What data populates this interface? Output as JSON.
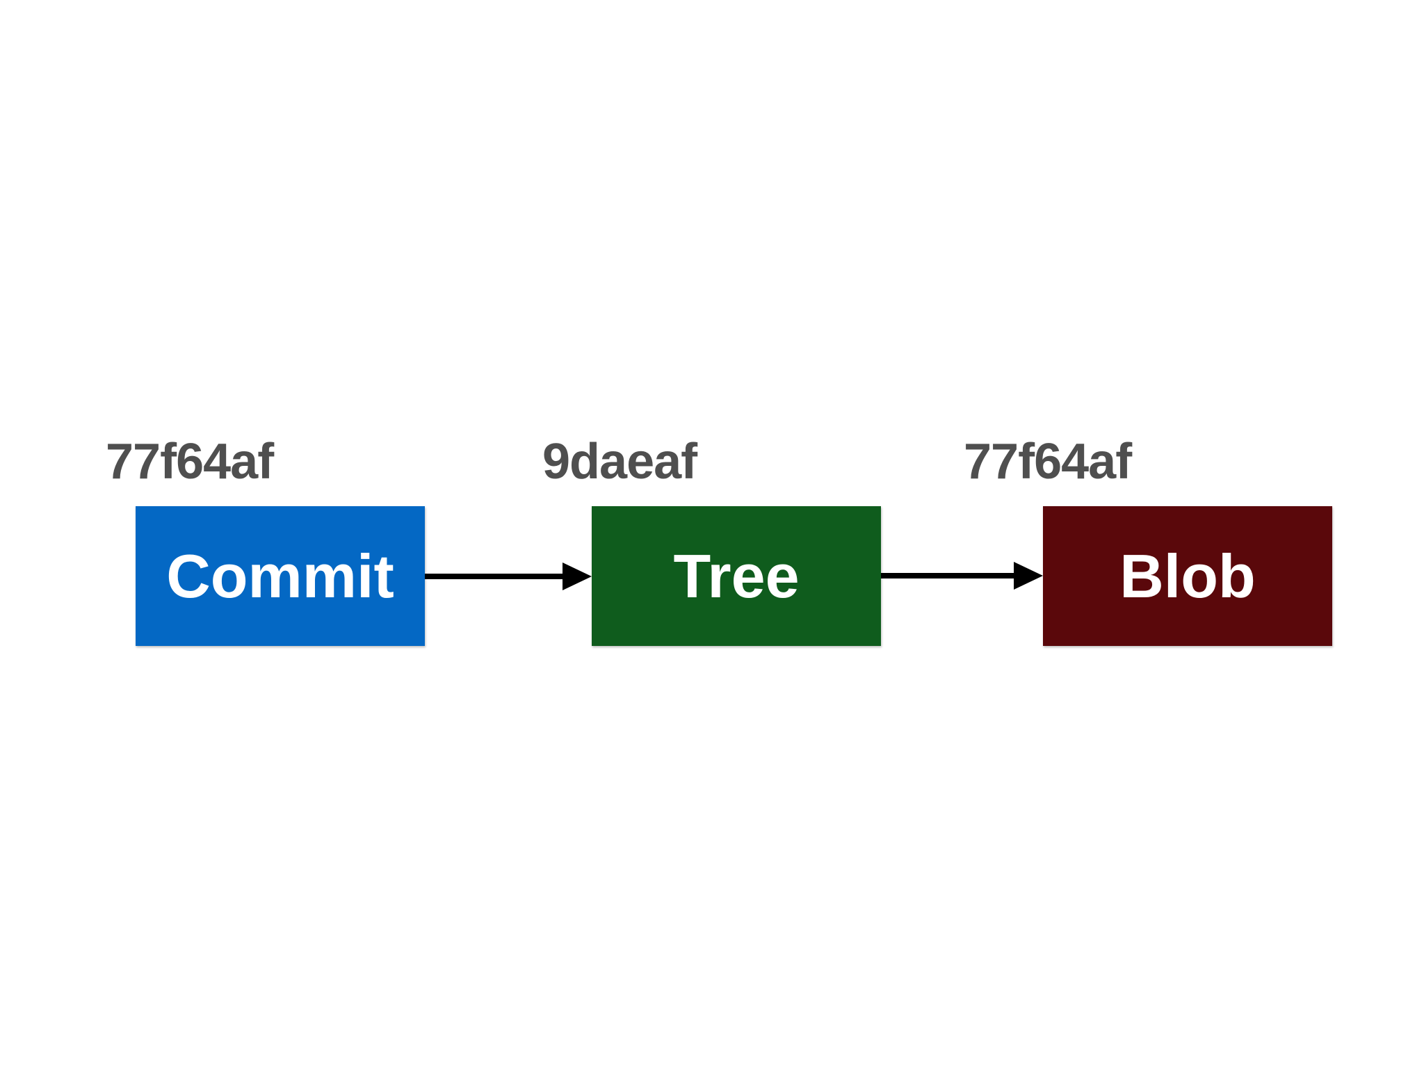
{
  "colors": {
    "commit": "#0468c4",
    "tree": "#0f5c1d",
    "blob": "#5a080b",
    "hash_text": "#4f4f4f",
    "arrow": "#000000"
  },
  "nodes": [
    {
      "hash": "77f64af",
      "label": "Commit"
    },
    {
      "hash": "9daeaf",
      "label": "Tree"
    },
    {
      "hash": "77f64af",
      "label": "Blob"
    }
  ]
}
